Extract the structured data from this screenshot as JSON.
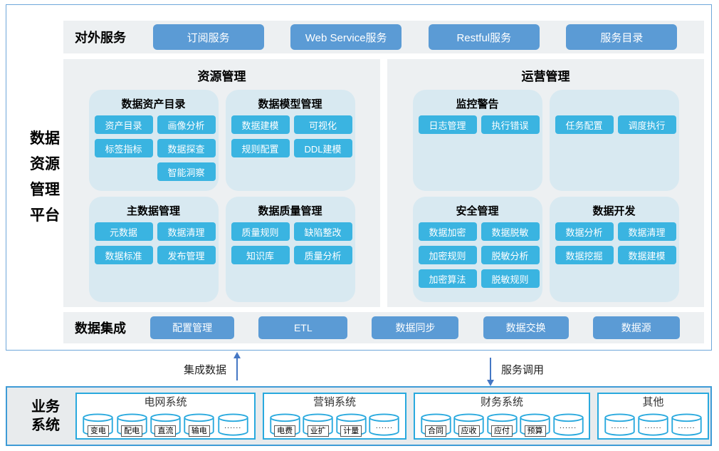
{
  "colors": {
    "button_blue": "#5b9bd5",
    "chip_cyan": "#3ab4e1",
    "subpanel_blue": "#d8e9f1",
    "panel_gray": "#edf0f2",
    "cylinder_blue": "#29a9de",
    "arrow_blue": "#4577c4",
    "outer_border_blue": "#6ea7da",
    "business_border_blue": "#3e9bd6"
  },
  "platform": {
    "title": "数据资源管理平台",
    "title_lines": [
      "数据",
      "资源",
      "管理",
      "平台"
    ]
  },
  "external_services": {
    "title": "对外服务",
    "buttons": [
      "订阅服务",
      "Web Service服务",
      "Restful服务",
      "服务目录"
    ]
  },
  "resource_management": {
    "title": "资源管理",
    "groups": [
      {
        "title": "数据资产目录",
        "buttons": [
          "资产目录",
          "画像分析",
          "标签指标",
          "数据探查",
          "智能洞察"
        ]
      },
      {
        "title": "数据模型管理",
        "buttons": [
          "数据建模",
          "可视化",
          "规则配置",
          "DDL建模"
        ]
      },
      {
        "title": "主数据管理",
        "buttons": [
          "元数据",
          "数据清理",
          "数据标准",
          "发布管理"
        ]
      },
      {
        "title": "数据质量管理",
        "buttons": [
          "质量规则",
          "缺陷整改",
          "知识库",
          "质量分析"
        ]
      }
    ]
  },
  "operation_management": {
    "title": "运营管理",
    "groups": [
      {
        "title": "监控警告",
        "buttons": [
          "日志管理",
          "执行错误"
        ]
      },
      {
        "title": "",
        "buttons": [
          "任务配置",
          "调度执行"
        ]
      },
      {
        "title": "安全管理",
        "buttons": [
          "数据加密",
          "数据脱敏",
          "加密规则",
          "脱敏分析",
          "加密算法",
          "脱敏规则"
        ]
      },
      {
        "title": "数据开发",
        "buttons": [
          "数据分析",
          "数据清理",
          "数据挖掘",
          "数据建模"
        ]
      }
    ]
  },
  "data_integration": {
    "title": "数据集成",
    "buttons": [
      "配置管理",
      "ETL",
      "数据同步",
      "数据交换",
      "数据源"
    ]
  },
  "flows": {
    "up_label": "集成数据",
    "up_icon": "arrow-up",
    "down_label": "服务调用",
    "down_icon": "arrow-down"
  },
  "business_systems": {
    "title": "业务系统",
    "title_lines": [
      "业务",
      "系统"
    ],
    "systems": [
      {
        "title": "电网系统",
        "databases": [
          "变电",
          "配电",
          "直流",
          "输电",
          "......"
        ]
      },
      {
        "title": "营销系统",
        "databases": [
          "电费",
          "业扩",
          "计量",
          "......"
        ]
      },
      {
        "title": "财务系统",
        "databases": [
          "合同",
          "应收",
          "应付",
          "预算",
          "......"
        ]
      },
      {
        "title": "其他",
        "databases": [
          "......",
          "......",
          "......"
        ]
      }
    ]
  }
}
